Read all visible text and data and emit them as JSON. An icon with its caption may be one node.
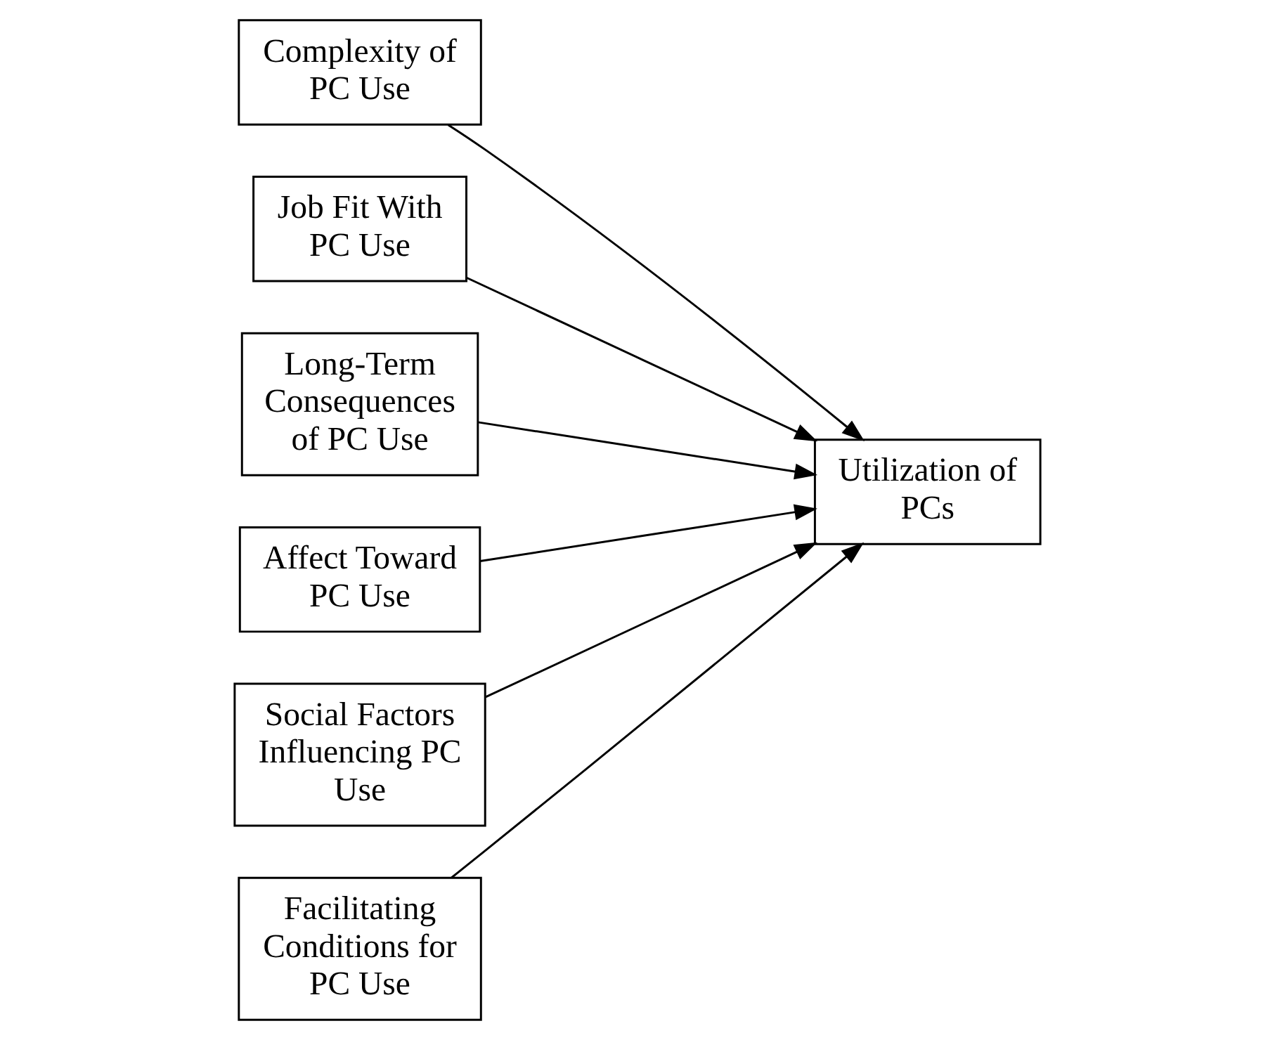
{
  "diagram": {
    "nodes": [
      {
        "text": [
          "Complexity of PC Use"
        ]
      },
      {
        "text": [
          "Job Fit With PC Use"
        ]
      },
      {
        "text": [
          "Long-Term Consequences of PC Use"
        ]
      },
      {
        "text": [
          "Affect Toward PC Use"
        ]
      },
      {
        "text": [
          "Social Factors Influencing PC Use"
        ]
      },
      {
        "text": [
          "Facilitating Conditions for PC Use"
        ]
      },
      {
        "text": [
          "Utilization of PCs"
        ]
      }
    ],
    "edges": [
      {
        "from": 0,
        "to": 6,
        "arrow": "to"
      },
      {
        "from": 1,
        "to": 6,
        "arrow": "to"
      },
      {
        "from": 2,
        "to": 6,
        "arrow": "to"
      },
      {
        "from": 3,
        "to": 6,
        "arrow": "to"
      },
      {
        "from": 4,
        "to": 6,
        "arrow": "to"
      },
      {
        "from": 5,
        "to": 6,
        "arrow": "to"
      }
    ]
  }
}
